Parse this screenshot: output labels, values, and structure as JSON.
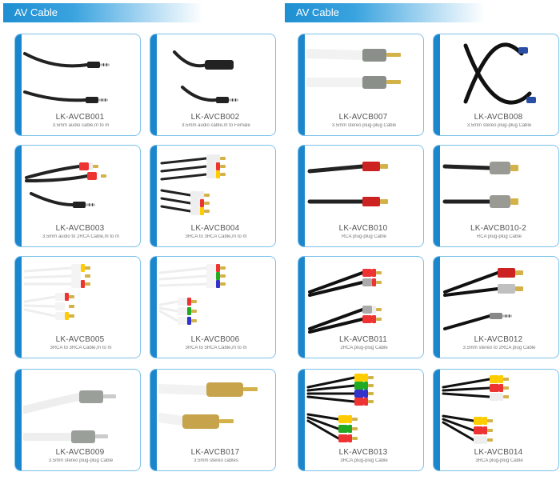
{
  "sections": [
    {
      "title": "AV Cable"
    },
    {
      "title": "AV Cable"
    }
  ],
  "products": [
    {
      "model": "LK-AVCB001",
      "desc": "3.5mm audio cable,m to m",
      "kind": "jack-mm"
    },
    {
      "model": "LK-AVCB002",
      "desc": "3.5mm audio cable,m to Female",
      "kind": "jack-mf"
    },
    {
      "model": "LK-AVCB007",
      "desc": "3.5mm stereo plug-plug Cable",
      "kind": "jack-white"
    },
    {
      "model": "LK-AVCB008",
      "desc": "3.5mm stereo plug-plug Cable",
      "kind": "coiled"
    },
    {
      "model": "LK-AVCB003",
      "desc": "3.5mm audio to 2RCA Cable,m to m",
      "kind": "jack-2rca"
    },
    {
      "model": "LK-AVCB004",
      "desc": "3RCA to 3RCA Cable,m to m",
      "kind": "3rca-black"
    },
    {
      "model": "LK-AVCB010",
      "desc": "RCA plug-plug Cable",
      "kind": "rca-red"
    },
    {
      "model": "LK-AVCB010-2",
      "desc": "RCA plug-plug Cable",
      "kind": "rca-silver"
    },
    {
      "model": "LK-AVCB005",
      "desc": "3RCA to 3RCA Cable,m to m",
      "kind": "3rca-white"
    },
    {
      "model": "LK-AVCB006",
      "desc": "3RCA to 5RCA Cable,m to m",
      "kind": "5rca-white"
    },
    {
      "model": "LK-AVCB011",
      "desc": "2RCA plug-plug Cable",
      "kind": "2rca-pair"
    },
    {
      "model": "LK-AVCB012",
      "desc": "3.5mm stereo to 2RCA plug Cable",
      "kind": "jack-2rca-red"
    },
    {
      "model": "LK-AVCB009",
      "desc": "3.5mm stereo plug-plug Cable",
      "kind": "jack-white-pair"
    },
    {
      "model": "LK-AVCB017",
      "desc": "3.5mm stereo cables",
      "kind": "gold-jack"
    },
    {
      "model": "LK-AVCB013",
      "desc": "3RCA plug-plug Cable",
      "kind": "3rca-multi"
    },
    {
      "model": "LK-AVCB014",
      "desc": "3RCA plug-plug Cable",
      "kind": "3rca-gold"
    }
  ],
  "colors": {
    "header": "#1e8fd2",
    "card_border": "#7cc1ea",
    "card_bar": "#1b86cc"
  }
}
